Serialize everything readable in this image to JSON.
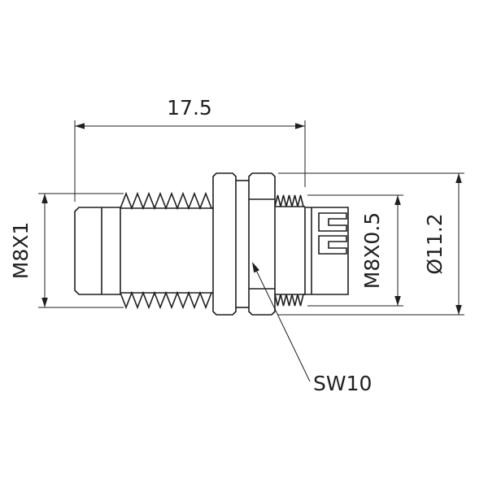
{
  "drawing": {
    "type": "technical-drawing",
    "line_color": "#1f1f1f",
    "background_color": "#ffffff",
    "dimensions": {
      "overall_length": "17.5",
      "left_thread": "M8X1",
      "right_thread": "M8X0.5",
      "flange_diameter": "Ø11.2",
      "wrench_size": "SW10"
    }
  }
}
